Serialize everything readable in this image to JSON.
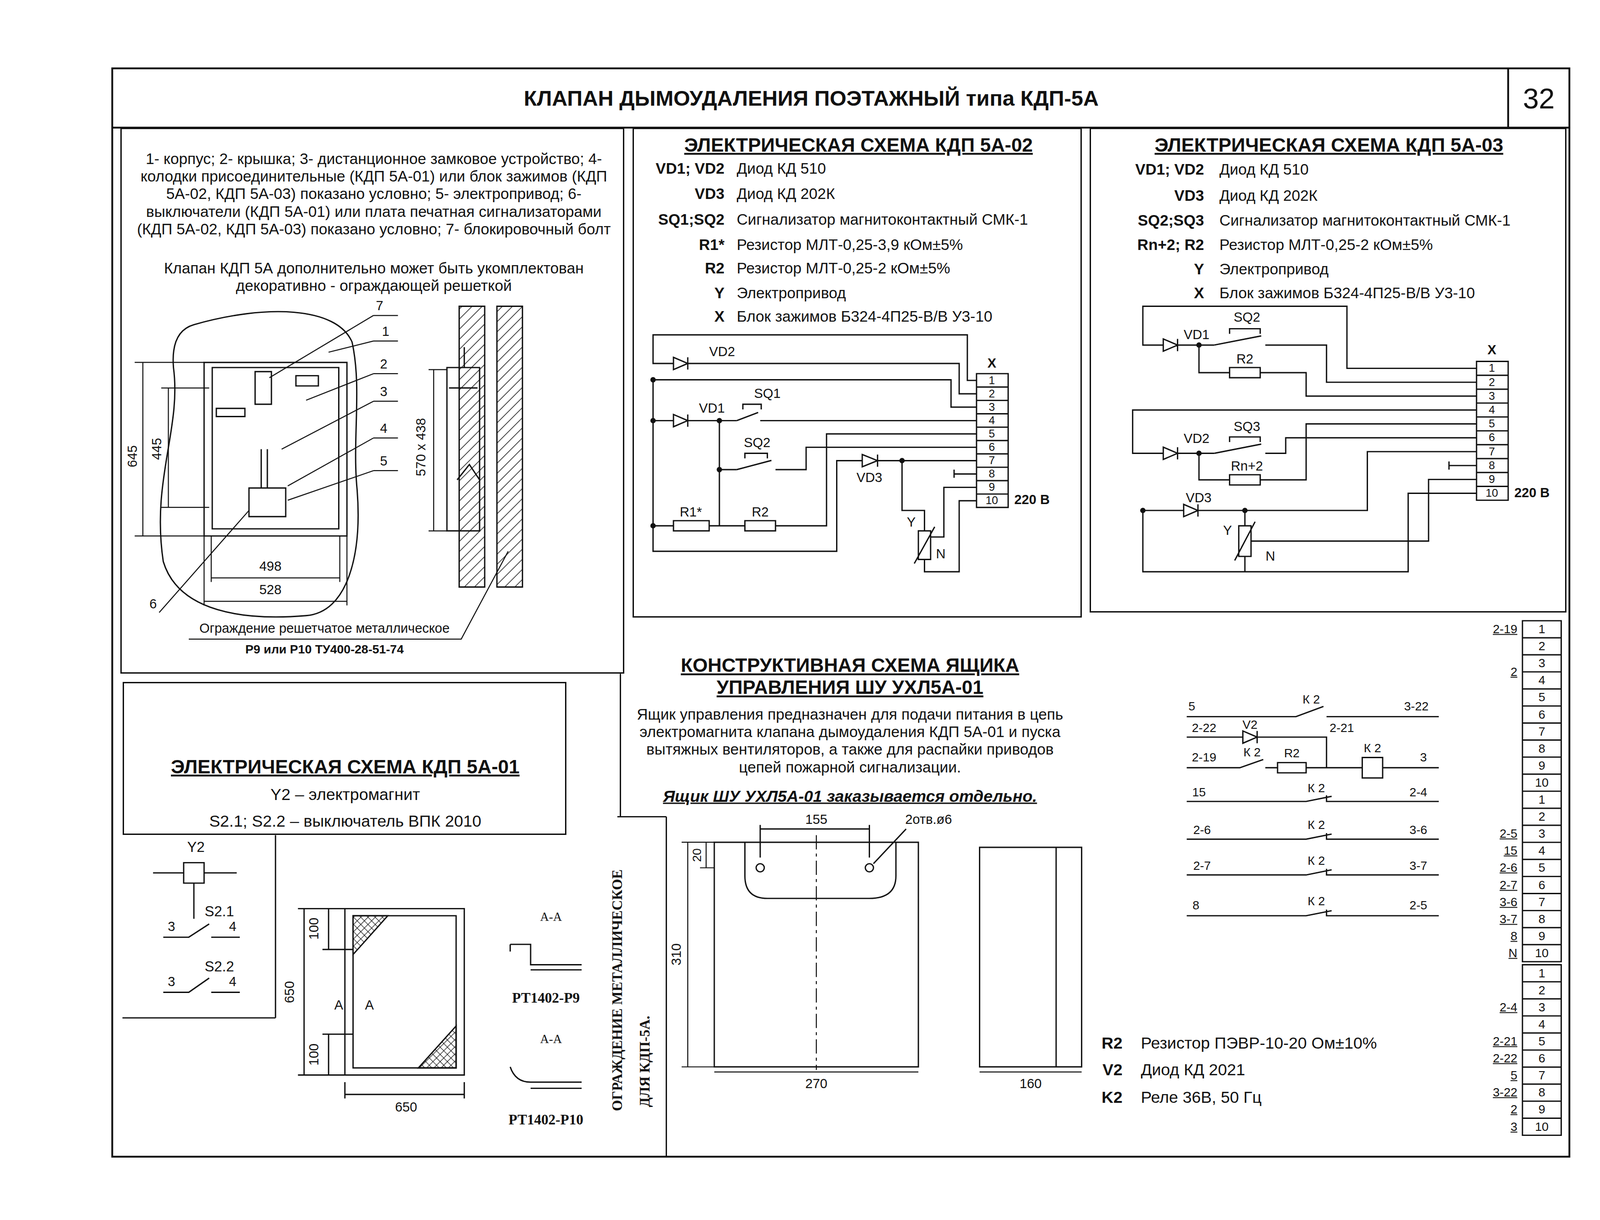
{
  "diagram": {
    "title": "КЛАПАН ДЫМОУДАЛЕНИЯ ПОЭТАЖНЫЙ типа КДП-5А",
    "nodes": [
      {
        "text": [
          "1- корпус; 2- крышка; 3- дистанционное замковое устройство; 4- колодки присоединительные (КДП 5А-01) или блок зажимов (КДП 5А-02, КДП 5А-03) показано условно; 5- электропривод; 6- выключатели (КДП 5А-01) или плата печатная сигнализаторами (КДП 5А-02, КДП 5А-03) показано условно; 7- блокировочный болт",
          "Клапан КДП 5А дополнительно может быть укомплектован декоративно - ограждающей решеткой"
        ]
      },
      {
        "text": [
          "ЭЛЕКТРИЧЕСКАЯ СХЕМА КДП 5А-02"
        ]
      },
      {
        "text": [
          "ЭЛЕКТРИЧЕСКАЯ СХЕМА КДП 5А-03"
        ]
      },
      {
        "text": [
          "ЭЛЕКТРИЧЕСКАЯ СХЕМА КДП 5А-01",
          "Y2 – электромагнит",
          "S2.1; S2.2 – выключатель ВПК 2010"
        ]
      }
    ],
    "labels": [
      "32",
      "7",
      "1",
      "2",
      "3",
      "4",
      "5",
      "6",
      "645",
      "445",
      "498",
      "528",
      "570 x 438",
      "Ограждение решетчатое металлическое",
      "Р9 или Р10 ТУ400-28-51-74",
      "VD1; VD2",
      "Диод КД 510",
      "VD3",
      "Диод КД 202К",
      "SQ1;SQ2",
      "Сигнализатор магнитоконтактный СМК-1",
      "R1*",
      "Резистор МЛТ-0,25-3,9 кОм±5%",
      "R2",
      "Резистор МЛТ-0,25-2 кОм±5%",
      "Y",
      "Электропривод",
      "X",
      "Блок зажимов Б324-4П25-В/В У3-10",
      "VD2",
      "SQ1",
      "VD1",
      "SQ2",
      "VD3",
      "R1*",
      "R2",
      "Y",
      "N",
      "X",
      "1",
      "2",
      "3",
      "4",
      "5",
      "6",
      "7",
      "8",
      "9",
      "10",
      "220 В",
      "VD1; VD2",
      "Диод КД 510",
      "VD3",
      "Диод КД 202К",
      "SQ2;SQ3",
      "Сигнализатор магнитоконтактный СМК-1",
      "Rn+2; R2",
      "Резистор МЛТ-0,25-2 кОм±5%",
      "Y",
      "Электропривод",
      "X",
      "Блок зажимов Б324-4П25-В/В У3-10",
      "SQ2",
      "VD1",
      "R2",
      "X",
      "1",
      "2",
      "3",
      "4",
      "5",
      "6",
      "7",
      "8",
      "9",
      "10",
      "SQ3",
      "VD2",
      "Rn+2",
      "220 В",
      "VD3",
      "Y",
      "N",
      "Y2",
      "S2.1",
      "3",
      "4",
      "S2.2",
      "3",
      "4",
      "100",
      "650",
      "100",
      "А",
      "А",
      "650",
      "А-А",
      "РТ1402-Р9",
      "А-А",
      "РТ1402-Р10",
      "ОГРАЖДЕНИЕ МЕТАЛЛИЧЕСКОЕ",
      "ДЛЯ КДП-5А.",
      "КОНСТРУКТИВНАЯ СХЕМА ЯЩИКА УПРАВЛЕНИЯ ШУ УХЛ5А-01",
      "Ящик управления предназначен для подачи питания в цепь электромагнита клапана дымоудаления КДП 5А-01 и пуска вытяжных вентиляторов, а также для распайки приводов цепей пожарной сигнализации.",
      "Ящик ШУ УХЛ5А-01 заказывается отдельно.",
      "155",
      "2отв.ø6",
      "20",
      "310",
      "270",
      "160",
      "R2",
      "Резистор ПЭВР-10-20 Ом±10%",
      "V2",
      "Диод КД 2021",
      "K2",
      "Реле 36В, 50 Гц",
      "5",
      "К 2",
      "3-22",
      "2-22",
      "V2",
      "2-21",
      "2-19",
      "К 2",
      "R2",
      "К 2",
      "3",
      "15",
      "К 2",
      "2-4",
      "2-6",
      "К 2",
      "3-6",
      "2-7",
      "К 2",
      "3-7",
      "8",
      "К 2",
      "2-5",
      "1",
      "2",
      "3",
      "4",
      "5",
      "6",
      "7",
      "8",
      "9",
      "10",
      "2-19",
      "2",
      "1",
      "2",
      "3",
      "4",
      "5",
      "6",
      "7",
      "8",
      "9",
      "10",
      "2-5",
      "15",
      "2-6",
      "2-7",
      "3-6",
      "3-7",
      "8",
      "N",
      "1",
      "2",
      "3",
      "4",
      "5",
      "6",
      "7",
      "8",
      "9",
      "10",
      "2-4",
      "2-21",
      "2-22",
      "5",
      "3-22",
      "2",
      "3"
    ]
  }
}
